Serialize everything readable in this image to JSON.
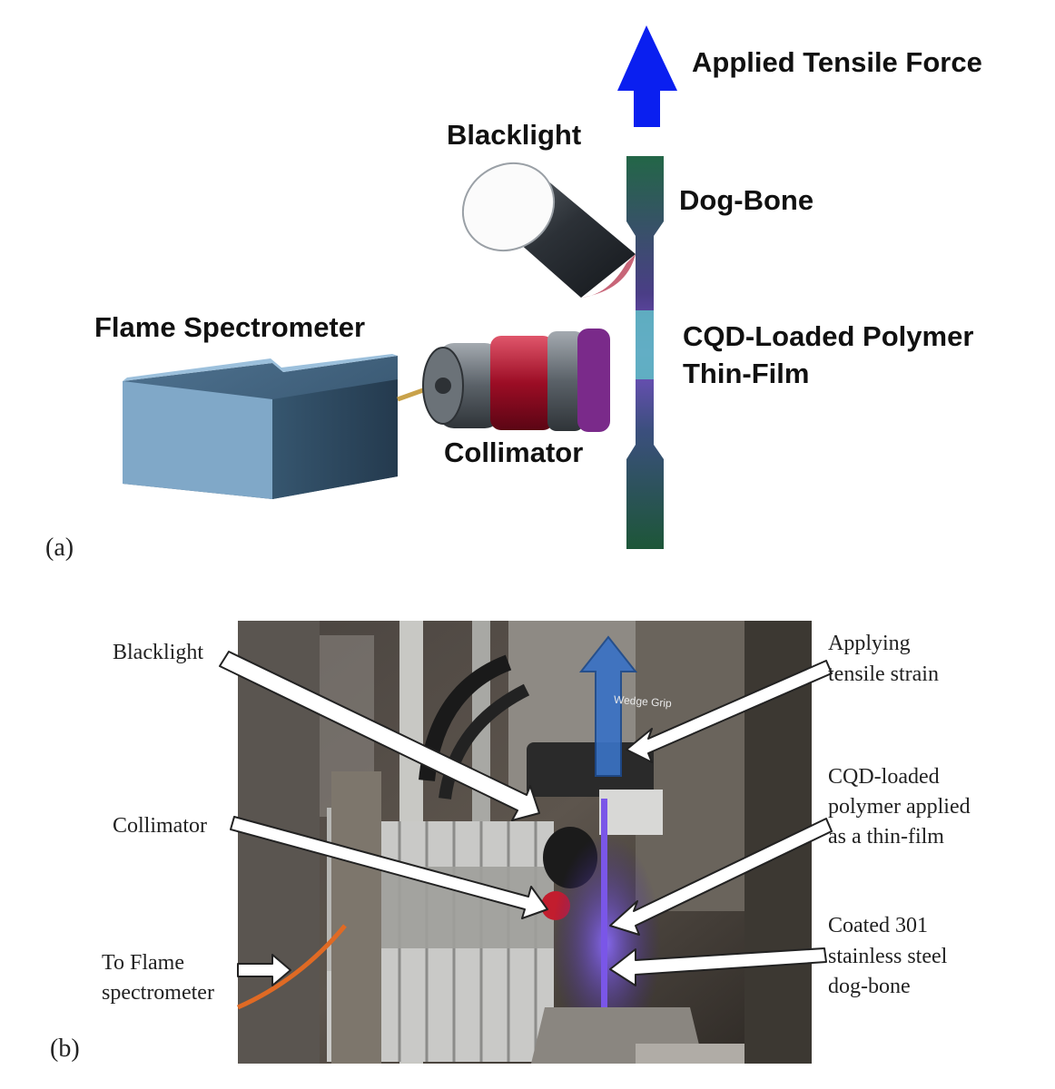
{
  "panel_a": {
    "tag": "(a)",
    "labels": {
      "force": "Applied Tensile Force",
      "blacklight": "Blacklight",
      "dogbone": "Dog-Bone",
      "spectrometer": "Flame Spectrometer",
      "film_line1": "CQD-Loaded Polymer",
      "film_line2": "Thin-Film",
      "collimator": "Collimator"
    }
  },
  "panel_b": {
    "tag": "(b)",
    "labels": {
      "blacklight": "Blacklight",
      "collimator": "Collimator",
      "spectro_line1": "To Flame",
      "spectro_line2": "spectrometer",
      "strain_line1": "Applying",
      "strain_line2": "tensile strain",
      "cqd_line1": "CQD-loaded",
      "cqd_line2": "polymer applied",
      "cqd_line3": "as a thin-film",
      "coated_line1": "Coated 301",
      "coated_line2": "stainless steel",
      "coated_line3": "dog-bone"
    },
    "grip_text": "Wedge Grip"
  },
  "colors": {
    "arrow_blue": "#0a1ff0",
    "box_blue": "#3f5f7d",
    "collimator_red": "#b3122a",
    "dogbone_green": "#1f5b3e",
    "film_cyan": "#5fb8c4",
    "uv_violet": "#7a56e8"
  }
}
